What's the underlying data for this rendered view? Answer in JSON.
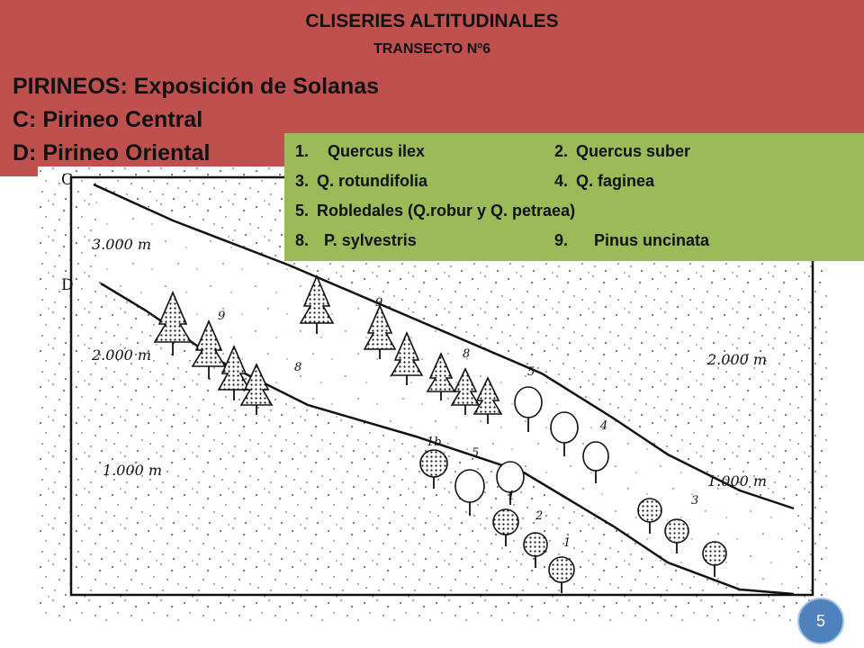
{
  "header": {
    "title": "CLISERIES ALTITUDINALES",
    "subtitle": "TRANSECTO Nº6",
    "line1": "PIRINEOS: Exposición de Solanas",
    "line2": "C: Pirineo Central",
    "line3": "D: Pirineo Oriental",
    "background_color": "#c0504d"
  },
  "legend": {
    "background_color": "#9bbb59",
    "items": [
      {
        "num": "1.",
        "label": "Quercus ilex"
      },
      {
        "num": "2.",
        "label": "Quercus suber"
      },
      {
        "num": "3.",
        "label": "Q. rotundifolia"
      },
      {
        "num": "4.",
        "label": "Q. faginea"
      },
      {
        "num": "5.",
        "label": "Robledales (Q.robur y Q. petraea)"
      },
      {
        "num": "8.",
        "label": "P. sylvestris"
      },
      {
        "num": "9.",
        "label": "Pinus uncinata"
      }
    ]
  },
  "figure": {
    "profile_labels": [
      "C",
      "D"
    ],
    "altitude_labels_left": [
      "3.000 m",
      "2.000 m",
      "1.000 m"
    ],
    "altitude_labels_right": [
      "2.000 m",
      "1.000 m"
    ],
    "zone_numbers": [
      "9",
      "8",
      "9",
      "8",
      "5",
      "4",
      "1b",
      "5",
      "1",
      "2",
      "3",
      "1"
    ]
  },
  "page_number": "5"
}
